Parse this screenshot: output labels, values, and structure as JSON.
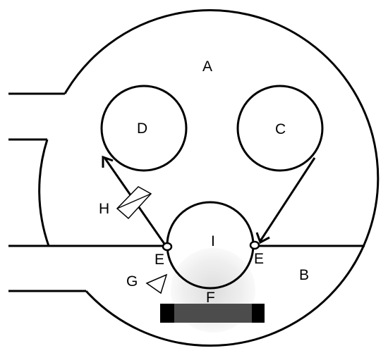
{
  "labels": {
    "a": "A",
    "b": "B",
    "c": "C",
    "d": "D",
    "e_left": "E",
    "e_right": "E",
    "f": "F",
    "g": "G",
    "h": "H",
    "i": "I"
  },
  "colors": {
    "stroke": "#000000",
    "background": "#ffffff",
    "glow": "#d9d9d9",
    "plate": "#000000"
  }
}
